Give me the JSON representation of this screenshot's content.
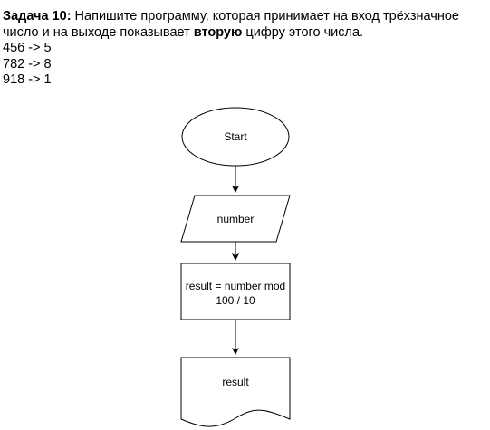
{
  "task": {
    "title": "Задача 10:",
    "text_before": " Напишите программу, которая принимает на вход трёхзначное число и на выходе показывает ",
    "emphasis": "вторую",
    "text_after": " цифру этого числа.",
    "examples": [
      "456 -> 5",
      "782 -> 8",
      "918 -> 1"
    ]
  },
  "flowchart": {
    "start_label": "Start",
    "input_label": "number",
    "process_label_line1": "result = number mod",
    "process_label_line2": "100 / 10",
    "output_label": "result"
  }
}
